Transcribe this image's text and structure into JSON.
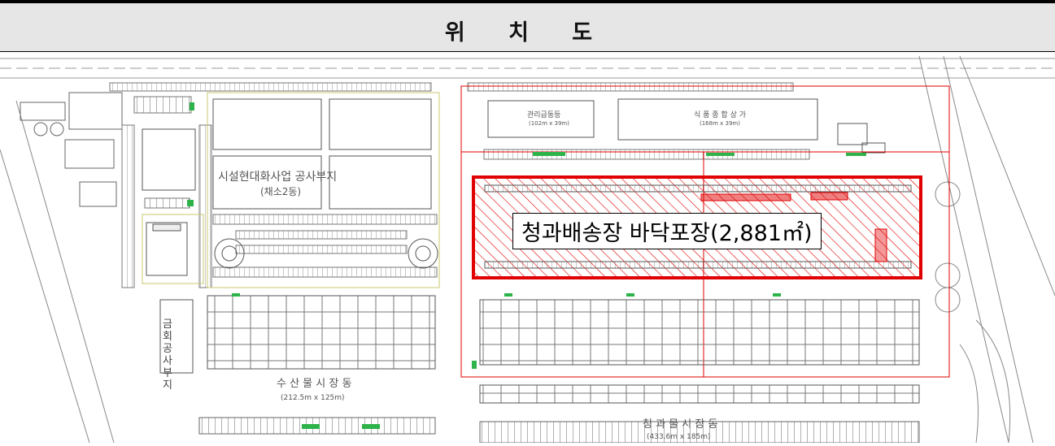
{
  "header": {
    "title": "위 치 도"
  },
  "labels": {
    "construction_site": "시설현대화사업 공사부지",
    "construction_site_sub": "(채소2동)",
    "highlight_area": "청과배송장 바닥포장(2,881㎡)",
    "management_bldg": "관리급동등",
    "management_bldg_size": "(102m x 39m)",
    "food_complex": "식 품 종 합 상 가",
    "food_complex_size": "(168m x 39m)",
    "fish_market": "수 산 물 시 장 동",
    "fish_market_size": "(212.5m x 125m)",
    "fruit_market": "청 과 물 시 장 동",
    "fruit_market_size": "(433.6m x 185m)",
    "construction_company_site": "금회공사부지"
  },
  "colors": {
    "highlight_red": "#e00000",
    "line_gray": "#8a8a8a",
    "accent_green": "#2db34a"
  }
}
